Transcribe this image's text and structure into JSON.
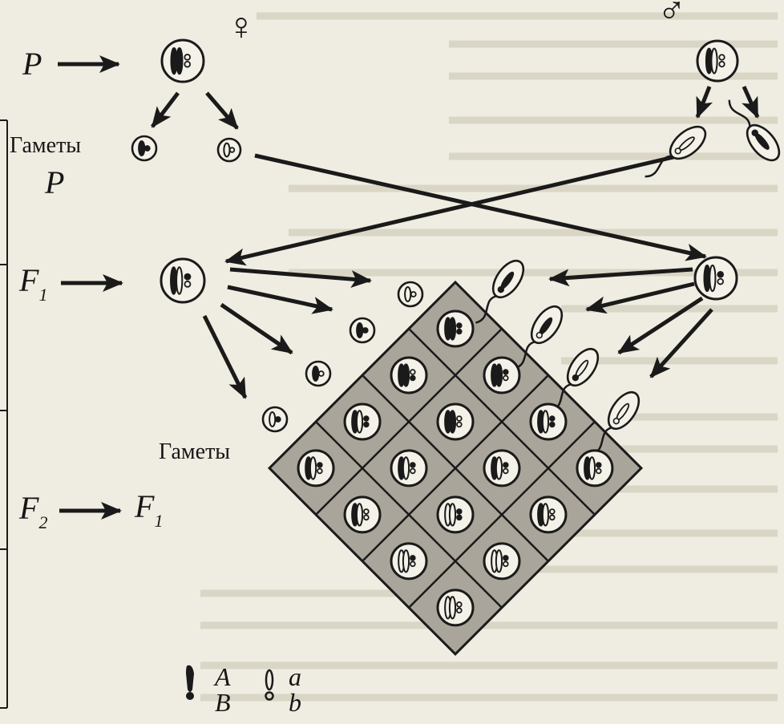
{
  "symbols": {
    "female": "♀",
    "male": "♂"
  },
  "labels": {
    "p": "P",
    "gametes_label": "Гаметы",
    "gametes_p": "P",
    "f1_letter": "F",
    "f1_sub": "1",
    "f2_letter": "F",
    "f2_sub": "2",
    "f2_target_letter": "F",
    "f2_target_sub": "1",
    "gametes_lower": "Гаметы"
  },
  "legend": {
    "dominant_top": "A",
    "dominant_bottom": "B",
    "recessive_top": "a",
    "recessive_bottom": "b"
  },
  "colors": {
    "ink": "#1a1a1a",
    "paper": "#efece1",
    "lattice_fill": "#aaa59a",
    "text_bg_lines": "#cfcab9"
  },
  "icons": {
    "female_gamete": "egg-cell-icon",
    "male_gamete": "sperm-cell-icon",
    "zygote": "cell-with-chromosomes-icon",
    "dominant": "dominant-chromosome-icon",
    "recessive": "recessive-chromosome-icon"
  }
}
